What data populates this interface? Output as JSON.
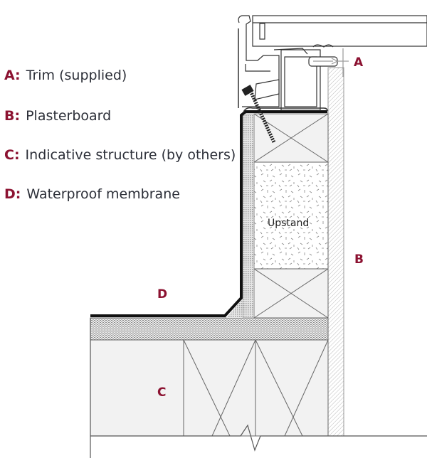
{
  "legend": {
    "items": [
      {
        "key": "A:",
        "text": "Trim (supplied)"
      },
      {
        "key": "B:",
        "text": "Plasterboard"
      },
      {
        "key": "C:",
        "text": "Indicative structure (by others)"
      },
      {
        "key": "D:",
        "text": "Waterproof membrane"
      }
    ]
  },
  "callouts": {
    "a": "A",
    "b": "B",
    "c": "C",
    "d": "D"
  },
  "drawing": {
    "upstand_label": "Upstand"
  },
  "colors": {
    "accent": "#8c1231",
    "text": "#2c2f38",
    "line": "#555555",
    "fill": "#f2f2f2",
    "membrane": "#111111"
  }
}
